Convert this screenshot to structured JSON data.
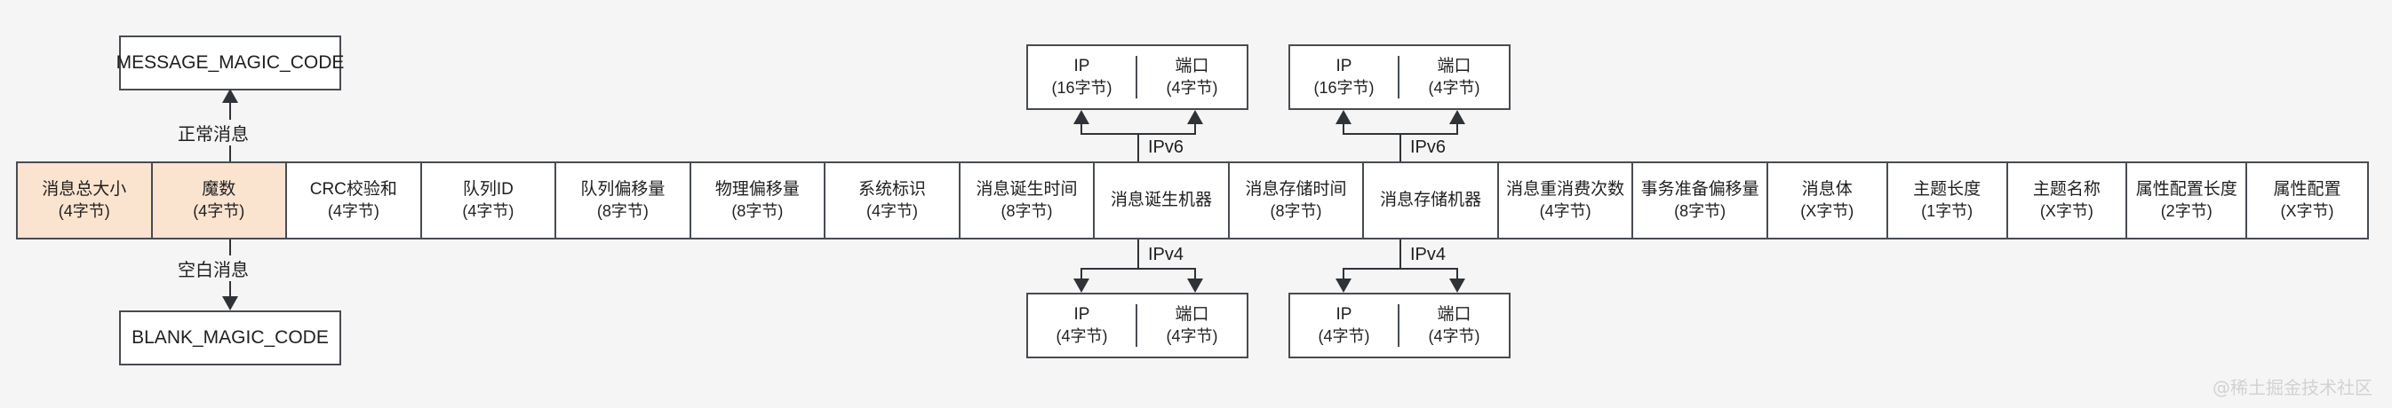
{
  "background_color": "#f5f5f5",
  "line_color": "#474c52",
  "highlight_fill": "#fae3cf",
  "protocol_bar": {
    "name": "message-protocol-layout",
    "fields": [
      {
        "label": "消息总大小",
        "size": "(4字节)",
        "highlight": true,
        "width": 163
      },
      {
        "label": "魔数",
        "size": "(4字节)",
        "highlight": true,
        "width": 163
      },
      {
        "label": "CRC校验和",
        "size": "(4字节)",
        "highlight": false,
        "width": 163
      },
      {
        "label": "队列ID",
        "size": "(4字节)",
        "highlight": false,
        "width": 163
      },
      {
        "label": "队列偏移量",
        "size": "(8字节)",
        "highlight": false,
        "width": 163
      },
      {
        "label": "物理偏移量",
        "size": "(8字节)",
        "highlight": false,
        "width": 163
      },
      {
        "label": "系统标识",
        "size": "(4字节)",
        "highlight": false,
        "width": 163
      },
      {
        "label": "消息诞生时间",
        "size": "(8字节)",
        "highlight": false,
        "width": 163
      },
      {
        "label": "消息诞生机器",
        "size": "",
        "highlight": false,
        "width": 163
      },
      {
        "label": "消息存储时间",
        "size": "(8字节)",
        "highlight": false,
        "width": 163
      },
      {
        "label": "消息存储机器",
        "size": "",
        "highlight": false,
        "width": 163
      },
      {
        "label": "消息重消费次数",
        "size": "(4字节)",
        "highlight": false,
        "width": 163
      },
      {
        "label": "事务准备偏移量",
        "size": "(8字节)",
        "highlight": false,
        "width": 163
      },
      {
        "label": "消息体",
        "size": "(X字节)",
        "highlight": false,
        "width": 145
      },
      {
        "label": "主题长度",
        "size": "(1字节)",
        "highlight": false,
        "width": 145
      },
      {
        "label": "主题名称",
        "size": "(X字节)",
        "highlight": false,
        "width": 145
      },
      {
        "label": "属性配置长度",
        "size": "(2字节)",
        "highlight": false,
        "width": 145
      },
      {
        "label": "属性配置",
        "size": "(X字节)",
        "highlight": false,
        "width": 145
      }
    ]
  },
  "magic_codes": {
    "message": "MESSAGE_MAGIC_CODE",
    "blank": "BLANK_MAGIC_CODE",
    "message_edge_label": "正常消息",
    "blank_edge_label": "空白消息"
  },
  "address_boxes": {
    "ipv6_birth": {
      "edge_label": "IPv6",
      "ip_label": "IP",
      "ip_size": "(16字节)",
      "port_label": "端口",
      "port_size": "(4字节)"
    },
    "ipv6_store": {
      "edge_label": "IPv6",
      "ip_label": "IP",
      "ip_size": "(16字节)",
      "port_label": "端口",
      "port_size": "(4字节)"
    },
    "ipv4_birth": {
      "edge_label": "IPv4",
      "ip_label": "IP",
      "ip_size": "(4字节)",
      "port_label": "端口",
      "port_size": "(4字节)"
    },
    "ipv4_store": {
      "edge_label": "IPv4",
      "ip_label": "IP",
      "ip_size": "(4字节)",
      "port_label": "端口",
      "port_size": "(4字节)"
    }
  },
  "watermark": "@稀土掘金技术社区"
}
